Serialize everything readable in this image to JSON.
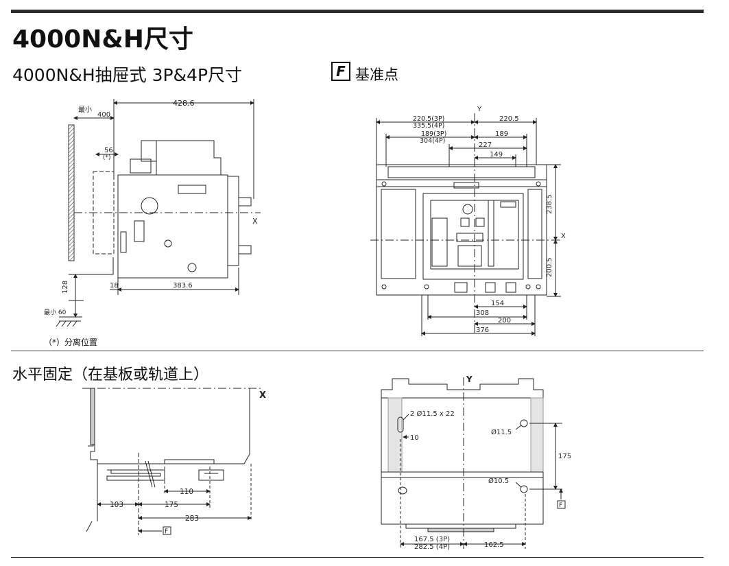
{
  "title": "4000N&H尺寸",
  "subtitle": "4000N&H抽屉式 3P&4P尺寸",
  "reference": {
    "symbol": "F",
    "label": "基准点"
  },
  "footnote": "（*）分离位置",
  "section2_title": "水平固定（在基板或轨道上）",
  "side_view": {
    "labels": {
      "min": "最小",
      "d400": "400",
      "d428": "428.6",
      "d56": "56",
      "star": "(*)",
      "d18": "18",
      "d383": "383.6",
      "d128": "128",
      "min60": "最小 60",
      "x": "X"
    }
  },
  "front_view": {
    "labels": {
      "y": "Y",
      "x": "X",
      "d2205_3p": "220.5(3P)",
      "d3355_4p": "335.5(4P)",
      "d189_3p": "189(3P)",
      "d304_4p": "304(4P)",
      "d2205": "220.5",
      "d189": "189",
      "d227": "227",
      "d149": "149",
      "d2385": "238.5",
      "d2005": "200.5",
      "d154": "154",
      "d308": "308",
      "d200": "200",
      "d376": "376"
    }
  },
  "fix_side": {
    "labels": {
      "x": "X",
      "d110": "110",
      "d103": "103",
      "d175": "175",
      "d283": "283",
      "f": "F"
    }
  },
  "fix_top": {
    "labels": {
      "y": "Y",
      "slot": "2 Ø11.5 x 22",
      "d10": "10",
      "hole115": "Ø11.5",
      "hole105": "Ø10.5",
      "d175": "175",
      "f": "F",
      "d1675": "167.5 (3P)",
      "d2825": "282.5 (4P)",
      "d1625": "162.5"
    }
  }
}
